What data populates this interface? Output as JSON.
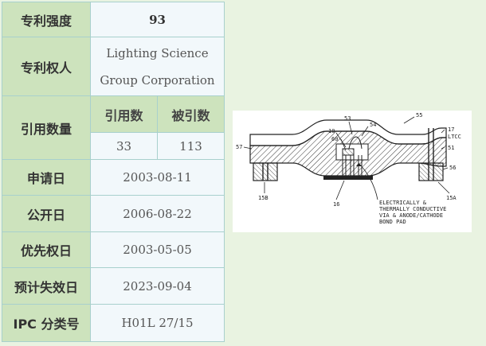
{
  "table": {
    "strength": {
      "label": "专利强度",
      "value": "93"
    },
    "owner": {
      "label": "专利权人",
      "value_line1": "Lighting Science",
      "value_line2": "Group Corporation"
    },
    "citations": {
      "label": "引用数量",
      "cite_header": "引用数",
      "cited_header": "被引数",
      "cite_value": "33",
      "cited_value": "113"
    },
    "apply_date": {
      "label": "申请日",
      "value": "2003-08-11"
    },
    "publish_date": {
      "label": "公开日",
      "value": "2006-08-22"
    },
    "priority_date": {
      "label": "优先权日",
      "value": "2003-05-05"
    },
    "expiry_date": {
      "label": "预计失效日",
      "value": "2023-09-04"
    },
    "ipc": {
      "label": "IPC 分类号",
      "value": "H01L 27/15"
    }
  },
  "figure": {
    "labels": {
      "n53": "53",
      "n54": "54",
      "n55": "55",
      "n10": "10",
      "n60": "60",
      "n17": "17",
      "ltcc": "LTCC",
      "n51": "51",
      "n57": "57",
      "n56": "56",
      "n15a": "15A",
      "n15b": "15B",
      "n16": "16",
      "note1": "ELECTRICALLY &",
      "note2": "THERMALLY CONDUCTIVE",
      "note3": "VIA & ANODE/CATHODE",
      "note4": "BOND PAD"
    }
  },
  "colors": {
    "label_bg": "#cde3bd",
    "value_bg": "#f2f8fb",
    "border": "#a8d0cd",
    "panel_bg": "#e9f3e1"
  }
}
